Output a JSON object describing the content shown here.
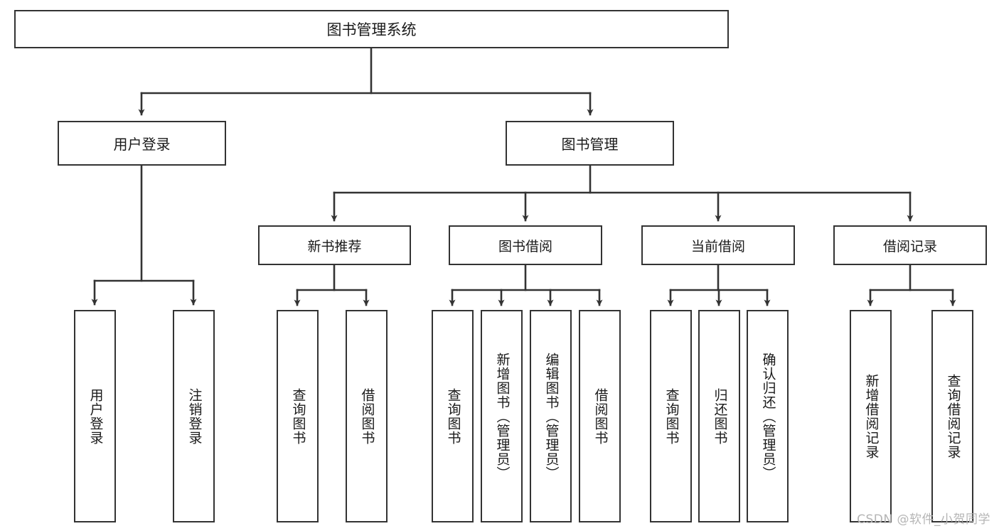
{
  "diagram": {
    "type": "tree-hierarchy",
    "title": "图书管理系统",
    "watermark": "CSDN @软件_小贺同学",
    "colors": {
      "box_border": "#333333",
      "box_fill": "#ffffff",
      "connector": "#333333",
      "text": "#1a1a1a",
      "watermark": "#b5b5b5",
      "background": "#ffffff"
    },
    "nodes": {
      "root": {
        "label": "图书管理系统"
      },
      "level2": [
        {
          "id": "user-login",
          "label": "用户登录"
        },
        {
          "id": "book-management",
          "label": "图书管理"
        }
      ],
      "level3": [
        {
          "id": "new-book-recommend",
          "label": "新书推荐"
        },
        {
          "id": "book-borrow",
          "label": "图书借阅"
        },
        {
          "id": "current-borrow",
          "label": "当前借阅"
        },
        {
          "id": "borrow-record",
          "label": "借阅记录"
        }
      ],
      "leaves": {
        "user-login": [
          {
            "id": "leaf-user-login",
            "label": "用户登录"
          },
          {
            "id": "leaf-logout",
            "label": "注销登录"
          }
        ],
        "new-book-recommend": [
          {
            "id": "leaf-query-book-1",
            "label": "查询图书"
          },
          {
            "id": "leaf-borrow-book-1",
            "label": "借阅图书"
          }
        ],
        "book-borrow": [
          {
            "id": "leaf-query-book-2",
            "label": "查询图书"
          },
          {
            "id": "leaf-add-book",
            "label": "新增图书（管理员）"
          },
          {
            "id": "leaf-edit-book",
            "label": "编辑图书（管理员）"
          },
          {
            "id": "leaf-borrow-book-2",
            "label": "借阅图书"
          }
        ],
        "current-borrow": [
          {
            "id": "leaf-query-book-3",
            "label": "查询图书"
          },
          {
            "id": "leaf-return-book",
            "label": "归还图书"
          },
          {
            "id": "leaf-confirm-return",
            "label": "确认归还（管理员）"
          }
        ],
        "borrow-record": [
          {
            "id": "leaf-add-record",
            "label": "新增借阅记录"
          },
          {
            "id": "leaf-query-record",
            "label": "查询借阅记录"
          }
        ]
      }
    }
  }
}
